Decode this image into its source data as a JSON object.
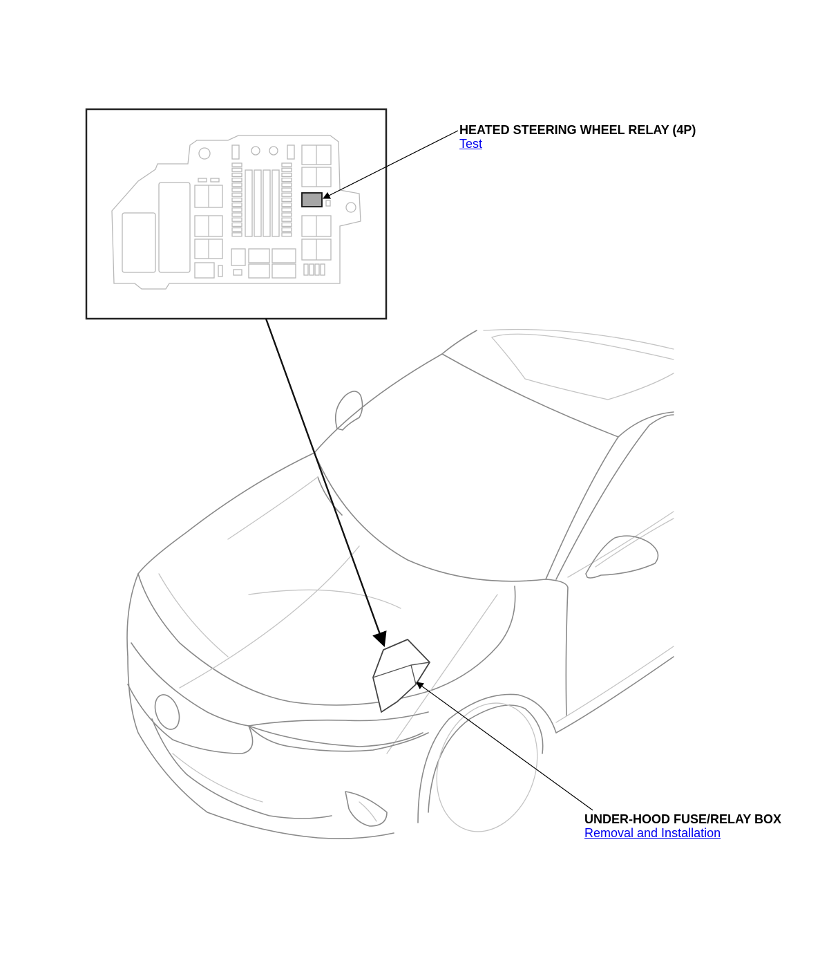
{
  "callouts": {
    "relay": {
      "title": "HEATED STEERING WHEEL RELAY (4P)",
      "link": "Test"
    },
    "fuse_box": {
      "title": "UNDER-HOOD FUSE/RELAY BOX",
      "link": "Removal and Installation"
    }
  },
  "colors": {
    "link": "#0000ee",
    "highlighted_relay": "#a6a6a6",
    "line_art": "#8a8a8a"
  }
}
